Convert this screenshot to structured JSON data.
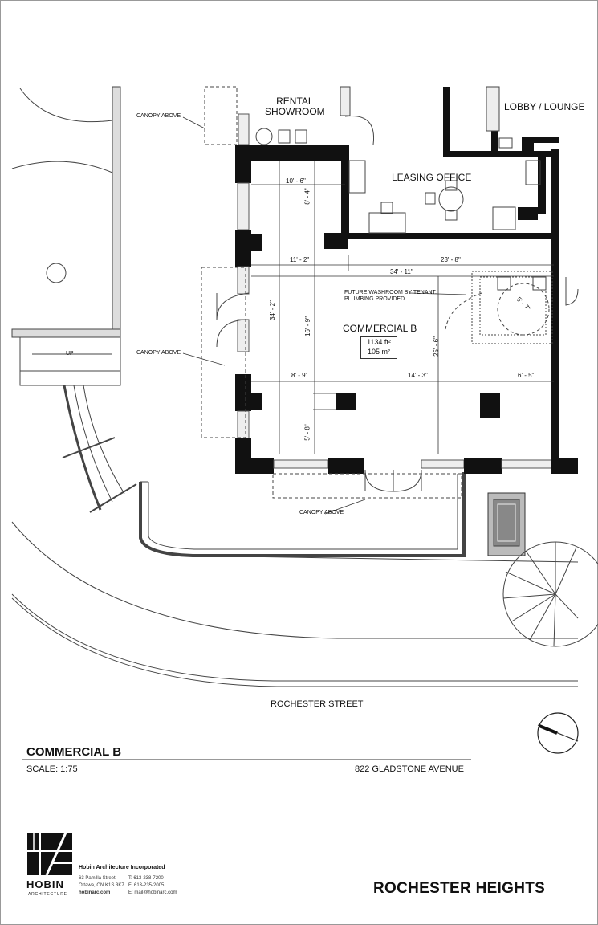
{
  "rooms": {
    "rental_showroom": "RENTAL\nSHOWROOM",
    "lobby": "LOBBY / LOUNGE",
    "leasing": "LEASING OFFICE",
    "commercial": "COMMERCIAL B"
  },
  "area": {
    "imperial": "1134 ft²",
    "metric": "105 m²"
  },
  "notes": {
    "canopy_1": "CANOPY ABOVE",
    "canopy_2": "CANOPY ABOVE",
    "canopy_3": "CANOPY ABOVE",
    "washroom": "FUTURE WASHROOM BY TENANT.\nPLUMBING PROVIDED.",
    "up": "UP"
  },
  "dimensions": {
    "d1": "10' - 6\"",
    "d2": "8' - 4\"",
    "d3": "11' - 2\"",
    "d4": "23' - 8\"",
    "d5": "34' - 11\"",
    "d6": "34' - 2\"",
    "d7": "16' - 9\"",
    "d8": "25' - 6\"",
    "d9": "5' - 7\"",
    "d10": "8' - 9\"",
    "d11": "14' - 3\"",
    "d12": "6' - 5\"",
    "d13": "5' - 8\""
  },
  "street": "ROCHESTER STREET",
  "titleblock": {
    "unit": "COMMERCIAL B",
    "scale": "SCALE: 1:75",
    "address": "822 GLADSTONE AVENUE",
    "project": "ROCHESTER HEIGHTS"
  },
  "firm": {
    "brand": "HOBIN",
    "brand_sub": "ARCHITECTURE",
    "name": "Hobin Architecture Incorporated",
    "street": "63 Pamilla Street",
    "city": "Ottawa, ON  K1S 3K7",
    "web": "hobinarc.com",
    "tel": "T: 613-238-7200",
    "fax": "F: 613-235-2005",
    "email": "E: mail@hobinarc.com"
  },
  "colors": {
    "wall": "#111111",
    "line": "#333333",
    "sheet_border": "#999999"
  }
}
